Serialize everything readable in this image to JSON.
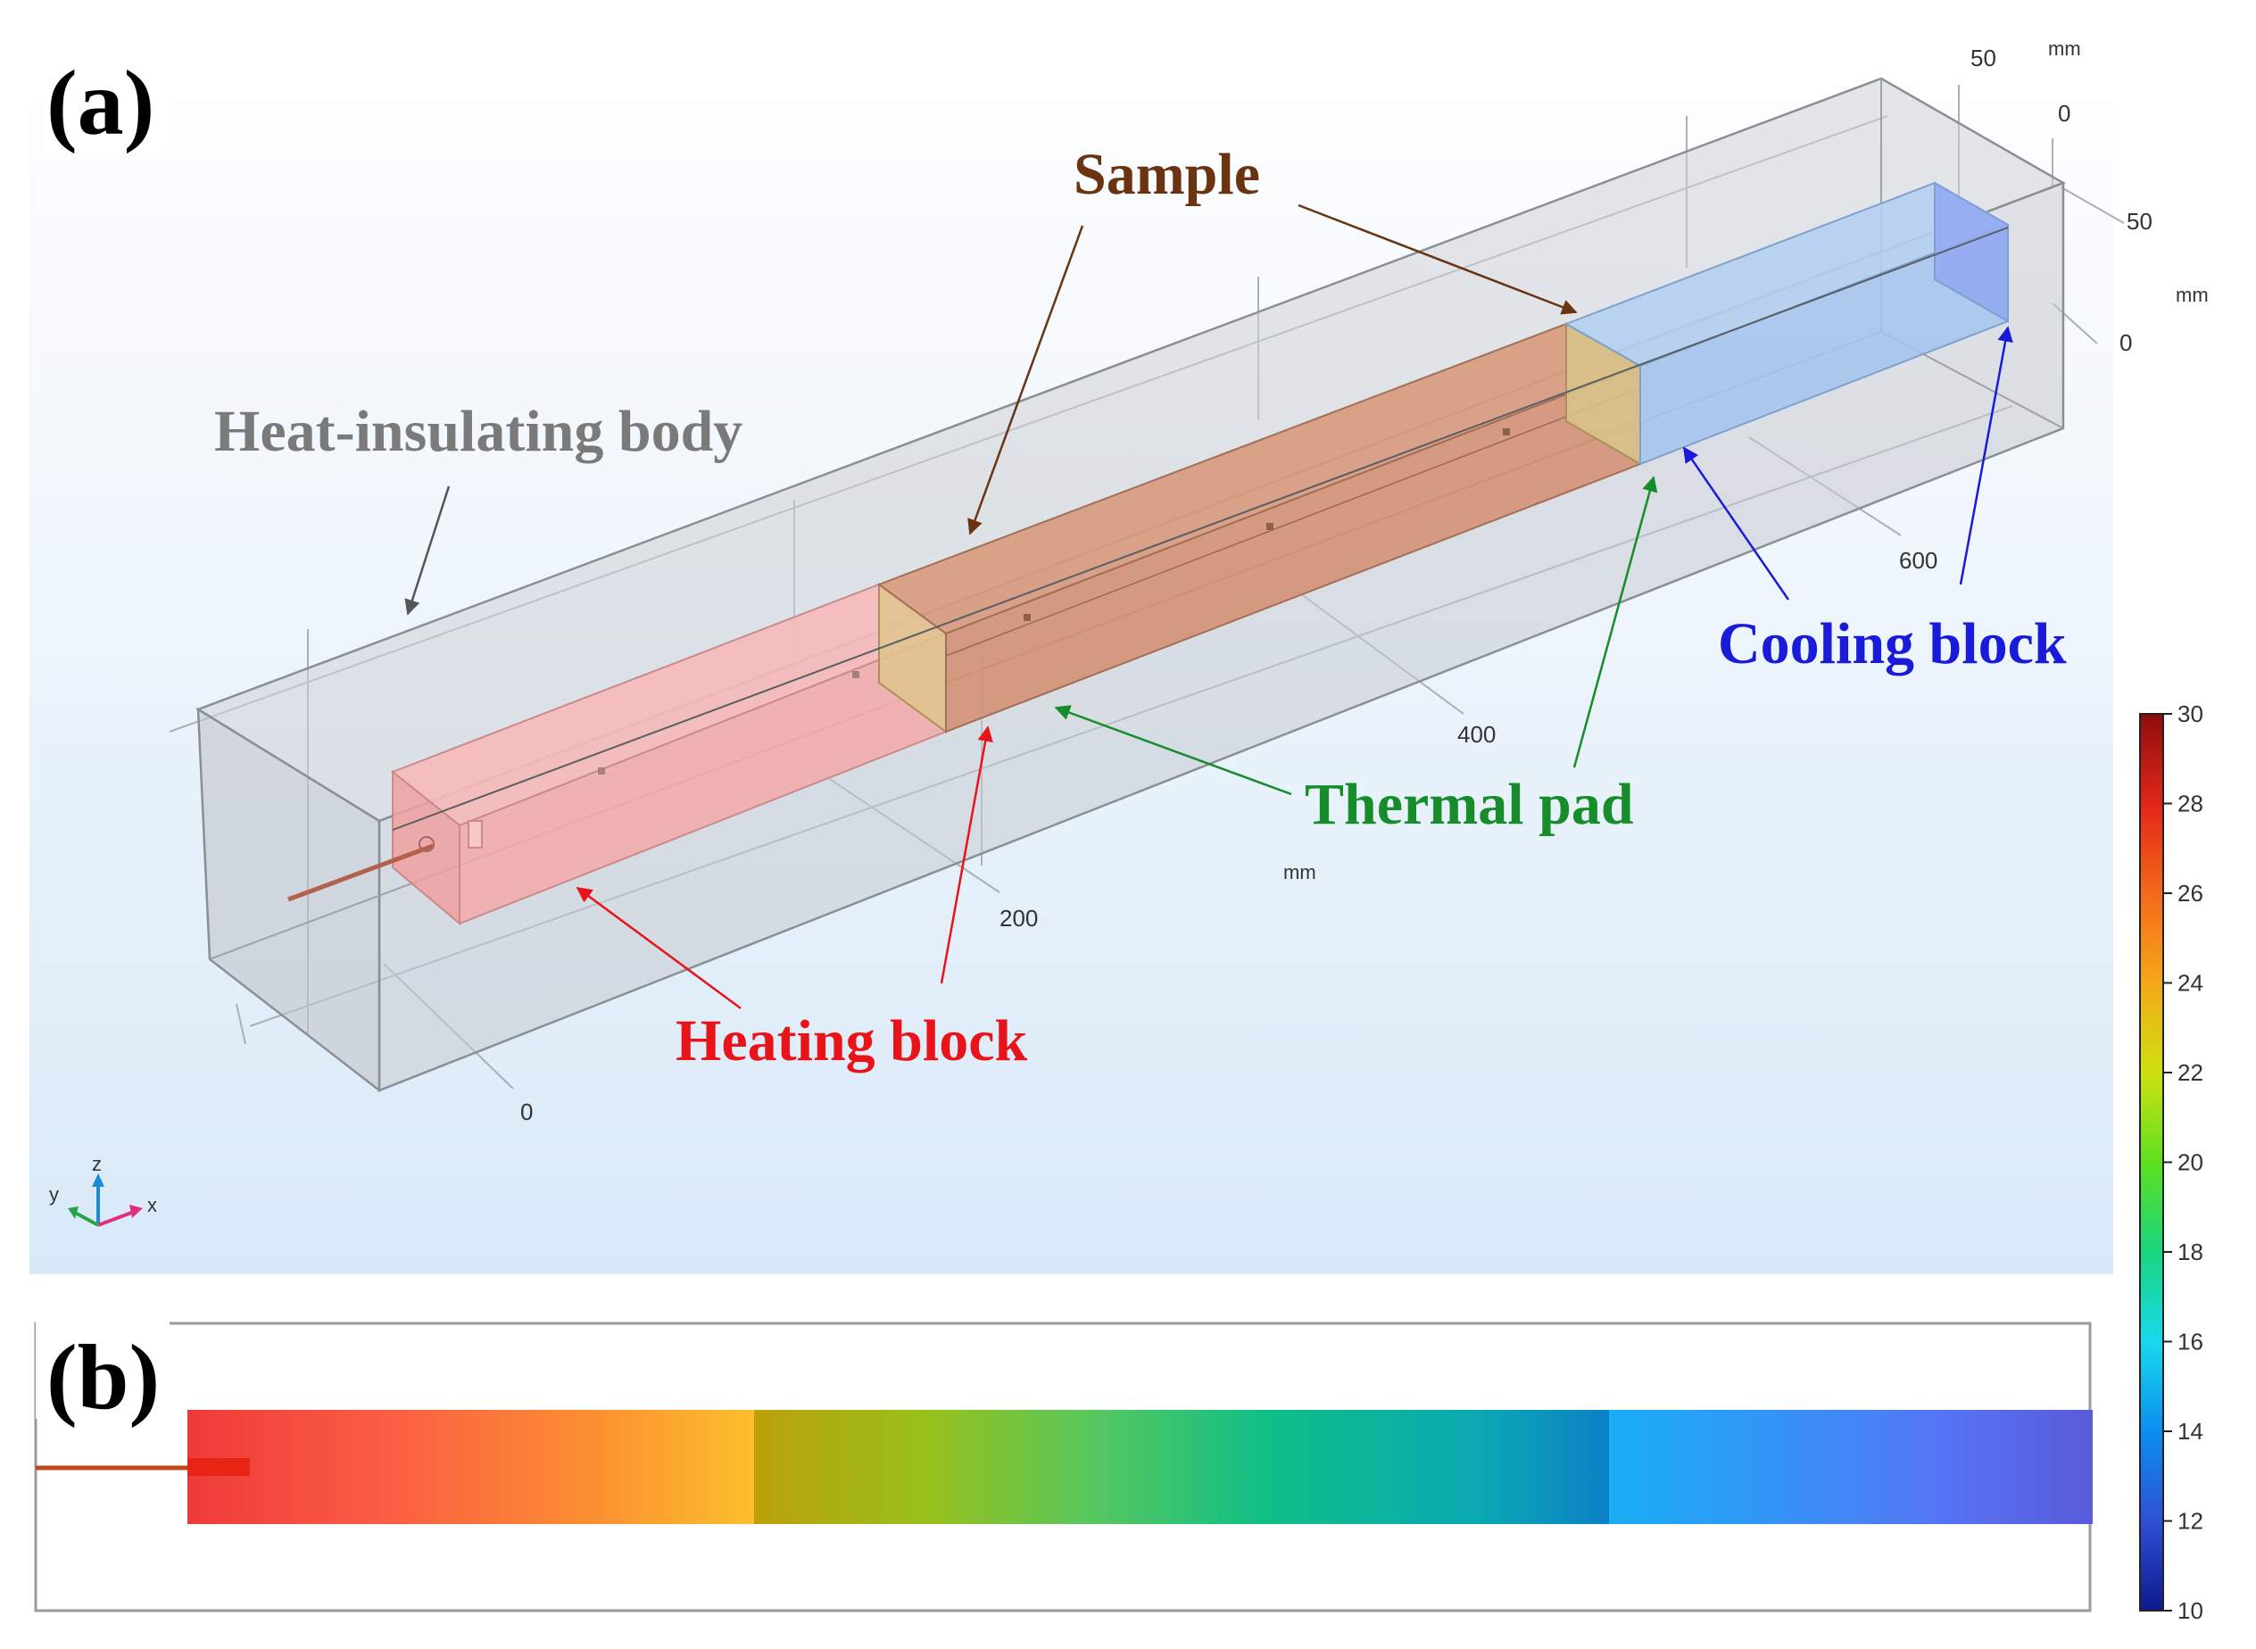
{
  "panel_a": {
    "label": "(a)",
    "callouts": {
      "sample": "Sample",
      "heat_insulating_body": "Heat-insulating body",
      "cooling_block": "Cooling block",
      "thermal_pad": "Thermal pad",
      "heating_block": "Heating block"
    },
    "axis_ticks": {
      "x_0": "0",
      "x_200": "200",
      "x_400": "400",
      "x_600": "600",
      "x_unit": "mm",
      "y_50": "50",
      "y_0": "0",
      "y_unit": "mm",
      "z_50": "50",
      "z_0": "0",
      "z_unit": "mm"
    },
    "triad": {
      "x": "x",
      "y": "y",
      "z": "z"
    }
  },
  "panel_b": {
    "label": "(b)"
  },
  "colorbar": {
    "min": 10,
    "max": 30,
    "ticks": [
      "30",
      "28",
      "26",
      "24",
      "22",
      "20",
      "18",
      "16",
      "14",
      "12",
      "10"
    ],
    "colormap": [
      "#0d1a8c",
      "#2f50d6",
      "#0a8ff0",
      "#1ad8ee",
      "#19d67e",
      "#5ee01f",
      "#cfe011",
      "#f5a81a",
      "#f5681a",
      "#e1261a",
      "#8f0d0d"
    ]
  },
  "colors": {
    "sample_label": "#6b3411",
    "heat_insulating_label": "#7a7a7a",
    "cooling_label": "#1a1ad9",
    "thermal_pad_label": "#168c2a",
    "heating_label": "#e8141a",
    "heating_block_fill": "#f5b0b0",
    "sample_fill": "#d99a7c",
    "thermal_pad_fill": "#d9c48a",
    "cooling_block_fill": "#a9c8ee"
  }
}
